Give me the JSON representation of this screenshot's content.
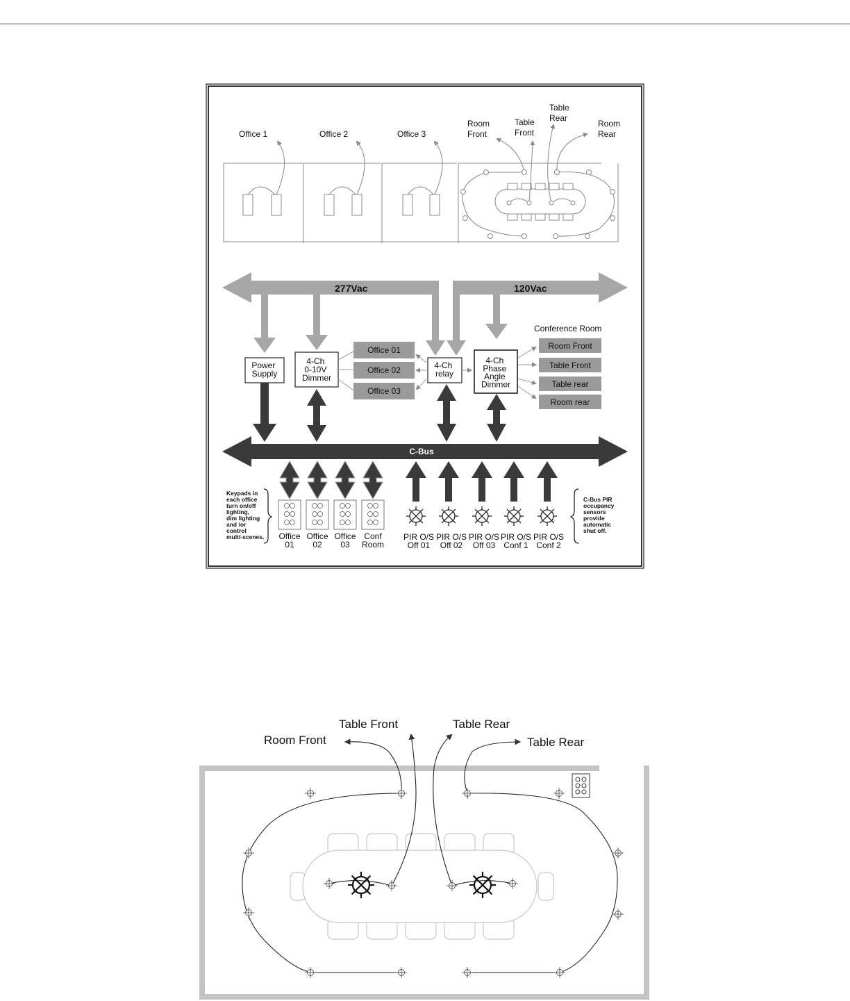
{
  "top_diagram": {
    "office_labels": [
      "Office 1",
      "Office 2",
      "Office 3"
    ],
    "conf_labels": {
      "room_front": [
        "Room",
        "Front"
      ],
      "table_front": [
        "Table",
        "Front"
      ],
      "table_rear": [
        "Table",
        "Rear"
      ],
      "room_rear": [
        "Room",
        "Rear"
      ]
    },
    "bus_277": "277Vac",
    "bus_120": "120Vac",
    "cbus": "C-Bus",
    "power_supply": [
      "Power",
      "Supply"
    ],
    "dimmer_0_10": [
      "4-Ch",
      "0-10V",
      "Dimmer"
    ],
    "office_loads": [
      "Office 01",
      "Office 02",
      "Office 03"
    ],
    "relay": [
      "4-Ch",
      "relay"
    ],
    "phase_dimmer": [
      "4-Ch",
      "Phase",
      "Angle",
      "Dimmer"
    ],
    "conference_room_title": "Conference Room",
    "conf_loads": [
      "Room Front",
      "Table Front",
      "Table rear",
      "Room rear"
    ],
    "keypad_note": [
      "Keypads in",
      "each office",
      "turn on/off",
      "lighting,",
      "dim lighting",
      "and /or",
      "control",
      "multi-scenes."
    ],
    "keypads": [
      [
        "Office",
        "01"
      ],
      [
        "Office",
        "02"
      ],
      [
        "Office",
        "03"
      ],
      [
        "Conf",
        "Room"
      ]
    ],
    "sensors": [
      [
        "PIR O/S",
        "Off 01"
      ],
      [
        "PIR O/S",
        "Off 02"
      ],
      [
        "PIR O/S",
        "Off 03"
      ],
      [
        "PIR O/S",
        "Conf 1"
      ],
      [
        "PIR O/S",
        "Conf 2"
      ]
    ],
    "pir_note": [
      "C-Bus PIR",
      "occupancy",
      "sensors",
      "provide",
      "automatic",
      "shut off."
    ]
  },
  "floor_plan": {
    "room_front": "Room Front",
    "table_front": "Table Front",
    "table_rear_1": "Table Rear",
    "table_rear_2": "Table Rear"
  },
  "colors": {
    "bus_gray": "#a6a6a6",
    "cbus_dark": "#3a3a3a",
    "box_gray": "#9a9a9a"
  },
  "icons": [
    "arrow-icon",
    "keypad-icon",
    "pir-sensor-icon",
    "light-fixture-icon"
  ]
}
